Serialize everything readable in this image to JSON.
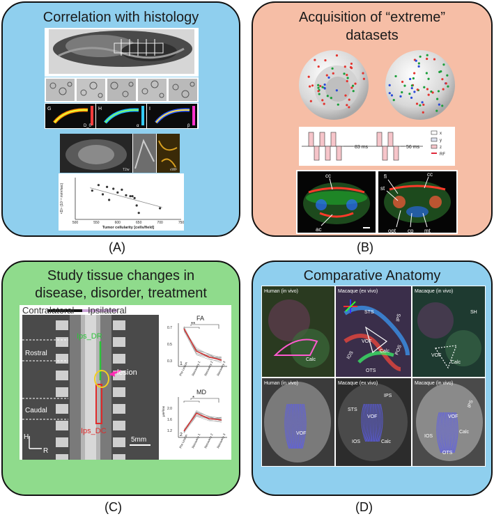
{
  "panels": {
    "a": {
      "title": "Correlation with histology",
      "label": "(A)",
      "bg": "#8fcfee",
      "strip_labels": [
        "G",
        "H",
        "I"
      ],
      "strip_symbols": [
        "D_0",
        "α",
        "β"
      ],
      "coronal_labels": [
        "T2w",
        "vWF"
      ],
      "scatter": {
        "xlabel": "Tumor cellularity [cells/field]",
        "ylabel": "<D> (10⁻³ mm²/sec)",
        "xticks": [
          "500",
          "550",
          "600",
          "650",
          "700",
          "750"
        ],
        "points": [
          [
            540,
            0.76
          ],
          [
            555,
            0.82
          ],
          [
            565,
            0.72
          ],
          [
            575,
            0.8
          ],
          [
            580,
            0.66
          ],
          [
            590,
            0.78
          ],
          [
            600,
            0.74
          ],
          [
            610,
            0.77
          ],
          [
            620,
            0.71
          ],
          [
            630,
            0.7
          ],
          [
            635,
            0.7
          ],
          [
            640,
            0.68
          ],
          [
            645,
            0.6
          ],
          [
            650,
            0.52
          ],
          [
            700,
            0.57
          ]
        ],
        "xlim": [
          500,
          750
        ],
        "ylim": [
          0.45,
          0.9
        ]
      }
    },
    "b": {
      "title_line1": "Acquisition of “extreme”",
      "title_line2": "datasets",
      "label": "(B)",
      "bg": "#f6bea6",
      "seq1_time": "83 ms",
      "seq2_time": "56 ms",
      "legend": [
        "x",
        "y",
        "z",
        "RF"
      ],
      "brain1_labels": [
        "cc",
        "ac"
      ],
      "brain2_labels": [
        "cc",
        "fi",
        "st",
        "opt",
        "cp",
        "mt"
      ]
    },
    "c": {
      "title_line1": "Study tissue changes in",
      "title_line2": "disease, disorder, treatment",
      "label": "(C)",
      "bg": "#8fdb8c",
      "contralateral": "Contralateral",
      "ipsilateral": "Ipsilateral",
      "rostral": "Rostral",
      "caudal": "Caudal",
      "ips_dr": "Ips_DR",
      "ips_dc": "Ips_DC",
      "lesion": "lesion",
      "scale": "5mm",
      "axis_h": "H",
      "axis_r": "R",
      "fa_title": "FA",
      "md_title": "MD",
      "fa_sig": "**",
      "md_sig": "*",
      "fa_num": "1",
      "md_num": "2",
      "fa_yticks": [
        "0.7",
        "0.5",
        "0.3"
      ],
      "md_yticks": [
        "2.0",
        "1.6",
        "1.2"
      ],
      "md_unit": "μm²/ms",
      "xcats": [
        "Pre Lesion",
        "Recovery 1",
        "Recovery 2",
        "Recovery 3"
      ],
      "fa_mean": [
        0.7,
        0.42,
        0.35,
        0.31
      ],
      "md_mean": [
        1.25,
        1.78,
        1.62,
        1.58
      ]
    },
    "d": {
      "title": "Comparative Anatomy",
      "label": "(D)",
      "bg": "#8fcfee",
      "h1": "Human (in vivo)",
      "h2": "Macaque (ex vivo)",
      "h3": "Macaque (in vivo)",
      "top_left_labels": [
        "Calc"
      ],
      "top_mid_labels": [
        "STS",
        "IPS",
        "VOF",
        "POS",
        "Calc",
        "IOS",
        "OTS"
      ],
      "top_right_labels": [
        "SH",
        "VOF",
        "Calc"
      ],
      "bot_left_labels": [
        "VOF"
      ],
      "bot_mid_labels": [
        "IPS",
        "STS",
        "VOF",
        "IOS",
        "Calc"
      ],
      "bot_right_labels": [
        "IPS",
        "VOF",
        "Calc",
        "IOS",
        "OTS"
      ]
    }
  }
}
